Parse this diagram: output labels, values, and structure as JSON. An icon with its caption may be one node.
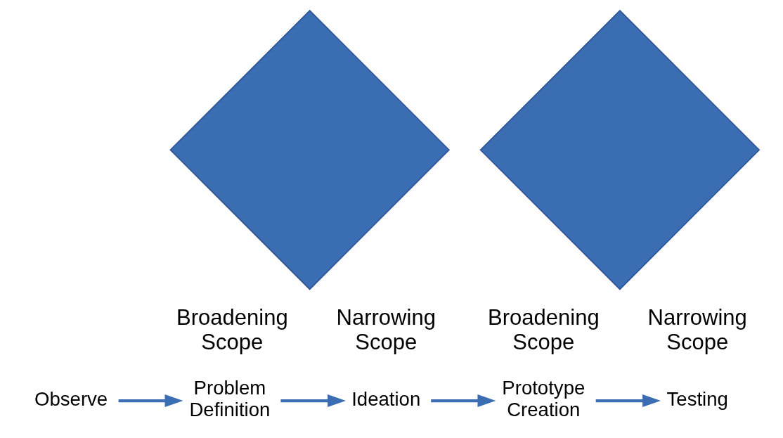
{
  "diagram": {
    "nodes": [
      {
        "text": [],
        "shape": "diamond"
      },
      {
        "text": [],
        "shape": "diamond"
      },
      {
        "text": [
          "Observe"
        ]
      },
      {
        "text": [
          "Problem Definition"
        ]
      },
      {
        "text": [
          "Ideation"
        ]
      },
      {
        "text": [
          "Prototype Creation"
        ]
      },
      {
        "text": [
          "Testing"
        ]
      }
    ],
    "edges": [
      {
        "from": 2,
        "to": 3,
        "arrow": "to"
      },
      {
        "from": 3,
        "to": 4,
        "arrow": "to"
      },
      {
        "from": 4,
        "to": 5,
        "arrow": "to"
      },
      {
        "from": 5,
        "to": 6,
        "arrow": "to"
      }
    ],
    "labels": [
      "Broadening Scope",
      "Narrowing Scope",
      "Broadening Scope",
      "Narrowing Scope"
    ]
  }
}
